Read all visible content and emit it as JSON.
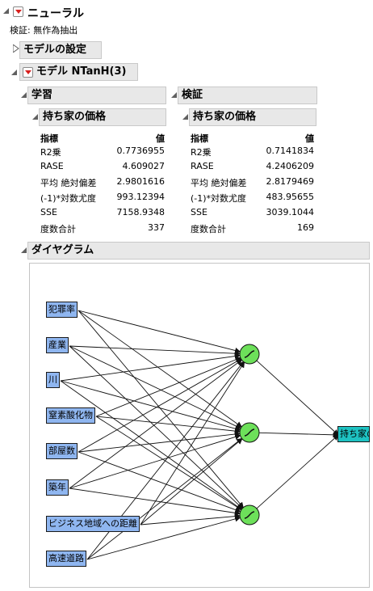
{
  "report": {
    "title": "ニューラル",
    "validation_text": "検証: 無作為抽出",
    "model_settings_label": "モデルの設定",
    "model_title": "モデル NTanH(3)"
  },
  "training": {
    "header": "学習",
    "sub_header": "持ち家の価格",
    "col_measure": "指標",
    "col_value": "値",
    "rows": [
      {
        "label": "R2乗",
        "value": "0.7736955"
      },
      {
        "label": "RASE",
        "value": "4.609027"
      },
      {
        "label": "平均 絶対偏差",
        "value": "2.9801616"
      },
      {
        "label": "(-1)*対数尤度",
        "value": "993.12394"
      },
      {
        "label": "SSE",
        "value": "7158.9348"
      },
      {
        "label": "度数合計",
        "value": "337"
      }
    ]
  },
  "validation": {
    "header": "検証",
    "sub_header": "持ち家の価格",
    "col_measure": "指標",
    "col_value": "値",
    "rows": [
      {
        "label": "R2乗",
        "value": "0.7141834"
      },
      {
        "label": "RASE",
        "value": "4.2406209"
      },
      {
        "label": "平均 絶対偏差",
        "value": "2.8179469"
      },
      {
        "label": "(-1)*対数尤度",
        "value": "483.95655"
      },
      {
        "label": "SSE",
        "value": "3039.1044"
      },
      {
        "label": "度数合計",
        "value": "169"
      }
    ]
  },
  "diagram": {
    "header": "ダイヤグラム",
    "inputs": [
      "犯罪率",
      "産業",
      "川",
      "窒素酸化物",
      "部屋数",
      "築年",
      "ビジネス地域への距離",
      "高速道路"
    ],
    "output": "持ち家の価格",
    "hidden_count": 3,
    "colors": {
      "input": "#8fb6f0",
      "hidden": "#6de05a",
      "output": "#1ec2c2"
    }
  }
}
